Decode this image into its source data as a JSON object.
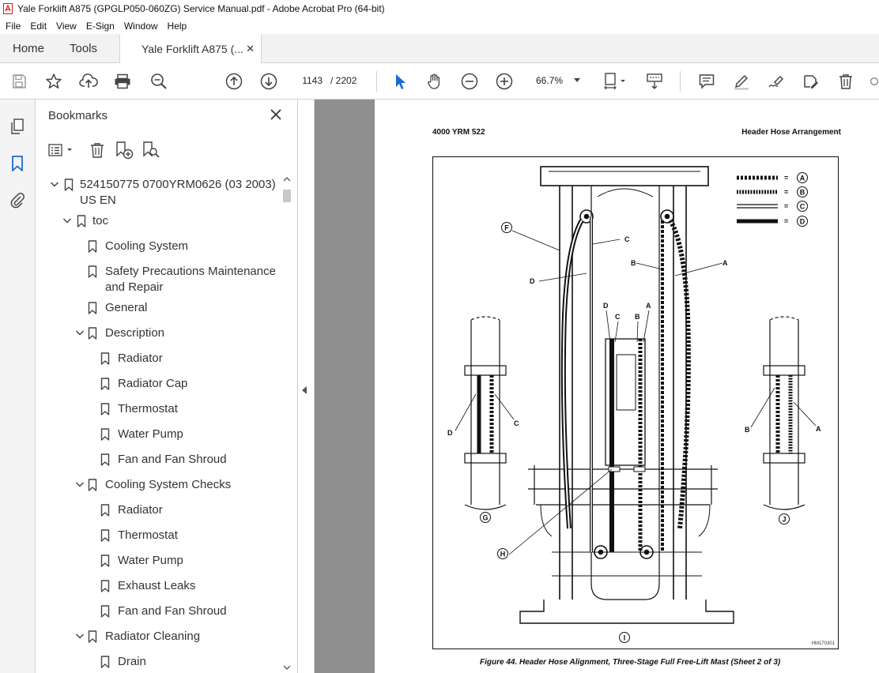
{
  "window": {
    "title": "Yale Forklift A875 (GPGLP050-060ZG) Service Manual.pdf - Adobe Acrobat Pro (64-bit)"
  },
  "menu": [
    "File",
    "Edit",
    "View",
    "E-Sign",
    "Window",
    "Help"
  ],
  "tabs": {
    "home": "Home",
    "tools": "Tools",
    "document": "Yale Forklift A875 (...",
    "close_glyph": "✕"
  },
  "toolbar": {
    "page_current": "1143",
    "page_total": "/  2202",
    "zoom": "66.7%"
  },
  "bookmarks": {
    "title": "Bookmarks",
    "items": [
      {
        "label": "524150775 0700YRM0626 (03 2003)",
        "label2": "US EN",
        "level": 0,
        "expanded": true
      },
      {
        "label": "toc",
        "level": 1,
        "expanded": true
      },
      {
        "label": "Cooling System",
        "level": 2
      },
      {
        "label": "Safety Precautions Maintenance",
        "label2": "and Repair",
        "level": 2
      },
      {
        "label": "General",
        "level": 2
      },
      {
        "label": "Description",
        "level": 2,
        "expanded": true
      },
      {
        "label": "Radiator",
        "level": 3
      },
      {
        "label": "Radiator Cap",
        "level": 3
      },
      {
        "label": "Thermostat",
        "level": 3
      },
      {
        "label": "Water Pump",
        "level": 3
      },
      {
        "label": "Fan and Fan Shroud",
        "level": 3
      },
      {
        "label": "Cooling System Checks",
        "level": 2,
        "expanded": true
      },
      {
        "label": "Radiator",
        "level": 3
      },
      {
        "label": "Thermostat",
        "level": 3
      },
      {
        "label": "Water Pump",
        "level": 3
      },
      {
        "label": "Exhaust Leaks",
        "level": 3
      },
      {
        "label": "Fan and Fan Shroud",
        "level": 3
      },
      {
        "label": "Radiator Cleaning",
        "level": 2,
        "expanded": true
      },
      {
        "label": "Drain",
        "level": 3
      }
    ]
  },
  "document": {
    "header_left": "4000 YRM 522",
    "header_right": "Header Hose Arrangement",
    "caption": "Figure 44.  Header Hose Alignment, Three-Stage Full Free-Lift Mast (Sheet 2 of 3)",
    "figure_id": "HM170301",
    "legend": [
      "A",
      "B",
      "C",
      "D"
    ],
    "callouts": {
      "F": "F",
      "C": "C",
      "D": "D",
      "B": "B",
      "A": "A",
      "G": "G",
      "H": "H",
      "I": "I",
      "J": "J"
    }
  }
}
